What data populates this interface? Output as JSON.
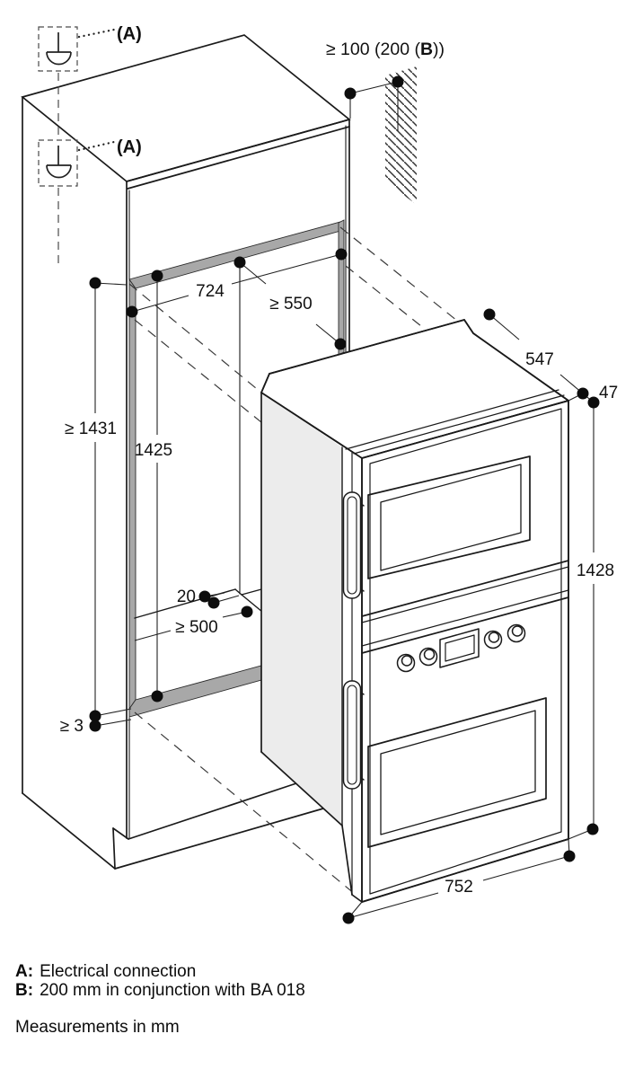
{
  "figure": {
    "kind": "appliance-installation-diagram",
    "colors": {
      "line": "#1a1a1a",
      "dimension_line": "#222222",
      "niche_highlight": "#a8a8a8",
      "oven_side_shade": "#ececec",
      "background": "#ffffff"
    }
  },
  "annotations": {
    "connection_top": {
      "label": "(A)"
    },
    "connection_front": {
      "label": "(A)"
    }
  },
  "dimensions": {
    "top_clearance": {
      "prefix": "≥ 100 (200 (",
      "bold_part": "B",
      "suffix": "))"
    },
    "niche_width": {
      "label": "724"
    },
    "niche_depth": {
      "label": "≥ 550"
    },
    "appliance_depth": {
      "label": "547"
    },
    "frame_protrusion": {
      "label": "47"
    },
    "opening_height": {
      "label": "≥ 1431"
    },
    "niche_height": {
      "label": "1425"
    },
    "appliance_height": {
      "label": "1428"
    },
    "floor_recess": {
      "label": "20"
    },
    "floor_depth": {
      "label": "≥ 500"
    },
    "bottom_gap": {
      "label": "≥ 3"
    },
    "appliance_width": {
      "label": "752"
    }
  },
  "legend": {
    "a_prefix": "A:",
    "a_text": "Electrical connection",
    "b_prefix": "B:",
    "b_text": "200 mm in conjunction with BA 018",
    "note": "Measurements in mm"
  }
}
